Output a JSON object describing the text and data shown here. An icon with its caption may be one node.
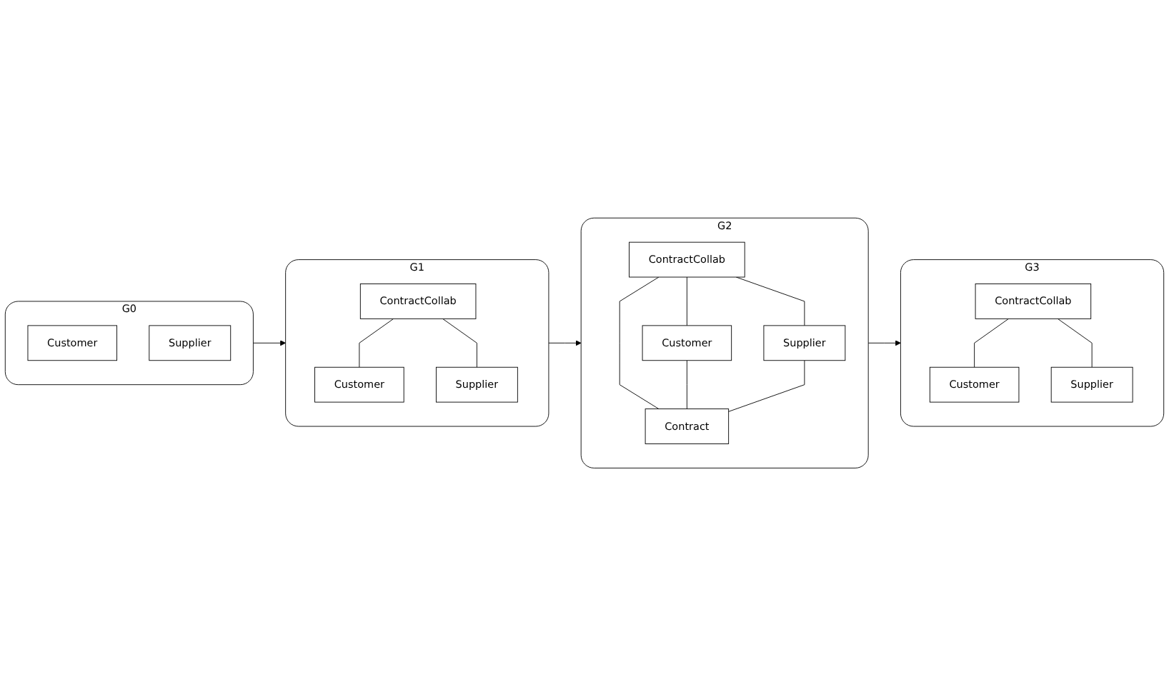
{
  "diagram": {
    "nodes": [
      {
        "text": [
          "G0"
        ]
      },
      {
        "text": [
          "Customer"
        ],
        "in": 0
      },
      {
        "text": [
          "Supplier"
        ],
        "in": 0
      },
      {
        "text": [
          "G1"
        ]
      },
      {
        "text": [
          "ContractCollab"
        ],
        "in": 3
      },
      {
        "text": [
          "Customer"
        ],
        "in": 3
      },
      {
        "text": [
          "Supplier"
        ],
        "in": 3
      },
      {
        "text": [
          "G2"
        ]
      },
      {
        "text": [
          "ContractCollab"
        ],
        "in": 7
      },
      {
        "text": [
          "Customer"
        ],
        "in": 7
      },
      {
        "text": [
          "Supplier"
        ],
        "in": 7
      },
      {
        "text": [
          "Contract"
        ],
        "in": 7
      },
      {
        "text": [
          "G3"
        ]
      },
      {
        "text": [
          "ContractCollab"
        ],
        "in": 12
      },
      {
        "text": [
          "Customer"
        ],
        "in": 12
      },
      {
        "text": [
          "Supplier"
        ],
        "in": 12
      }
    ],
    "edges": [
      {
        "from": 0,
        "to": 3,
        "arrow": "to"
      },
      {
        "from": 3,
        "to": 7,
        "arrow": "to"
      },
      {
        "from": 7,
        "to": 12,
        "arrow": "to"
      },
      {
        "from": 4,
        "to": 5,
        "arrow": "none"
      },
      {
        "from": 4,
        "to": 6,
        "arrow": "none"
      },
      {
        "from": 8,
        "to": 9,
        "arrow": "none"
      },
      {
        "from": 8,
        "to": 10,
        "arrow": "none"
      },
      {
        "from": 8,
        "to": 11,
        "arrow": "none"
      },
      {
        "from": 9,
        "to": 11,
        "arrow": "none"
      },
      {
        "from": 10,
        "to": 11,
        "arrow": "none"
      },
      {
        "from": 13,
        "to": 14,
        "arrow": "none"
      },
      {
        "from": 13,
        "to": 15,
        "arrow": "none"
      }
    ]
  }
}
